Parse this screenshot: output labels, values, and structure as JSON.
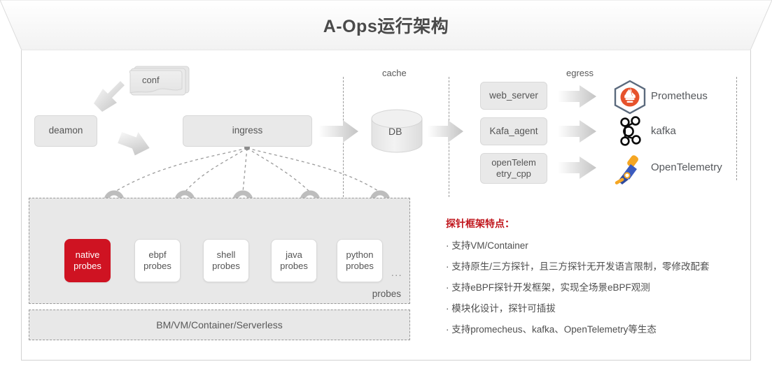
{
  "header": {
    "title": "A-Ops运行架构"
  },
  "nodes": {
    "conf": "conf",
    "deamon": "deamon",
    "ingress": "ingress",
    "db": "DB",
    "web_server": "web_server",
    "kafa_agent": "Kafa_agent",
    "open_telemetry_cpp": "openTelem\netry_cpp"
  },
  "labels": {
    "cache": "cache",
    "egress": "egress",
    "probes": "probes",
    "ellipsis": "...",
    "platform": "BM/VM/Container/Serverless"
  },
  "probes": [
    {
      "line1": "native",
      "line2": "probes",
      "active": true
    },
    {
      "line1": "ebpf",
      "line2": "probes",
      "active": false
    },
    {
      "line1": "shell",
      "line2": "probes",
      "active": false
    },
    {
      "line1": "java",
      "line2": "probes",
      "active": false
    },
    {
      "line1": "python",
      "line2": "probes",
      "active": false
    }
  ],
  "integrations": [
    {
      "name": "Prometheus",
      "icon": "prometheus-icon"
    },
    {
      "name": "kafka",
      "icon": "kafka-icon"
    },
    {
      "name": "OpenTelemetry",
      "icon": "opentelemetry-icon"
    }
  ],
  "features": {
    "title": "探针框架特点：",
    "items": [
      "· 支持VM/Container",
      "· 支持原生/三方探针，且三方探针无开发语言限制，零修改配套",
      "· 支持eBPF探针开发框架，实现全场景eBPF观测",
      "· 模块化设计，探针可插拔",
      "· 支持promecheus、kafka、OpenTelemetry等生态"
    ]
  },
  "colors": {
    "accent_red": "#cf1322",
    "feature_title_red": "#c0161d",
    "node_fill": "#e9e9e9",
    "region_fill": "#e8e8e8",
    "text_gray": "#555555"
  }
}
